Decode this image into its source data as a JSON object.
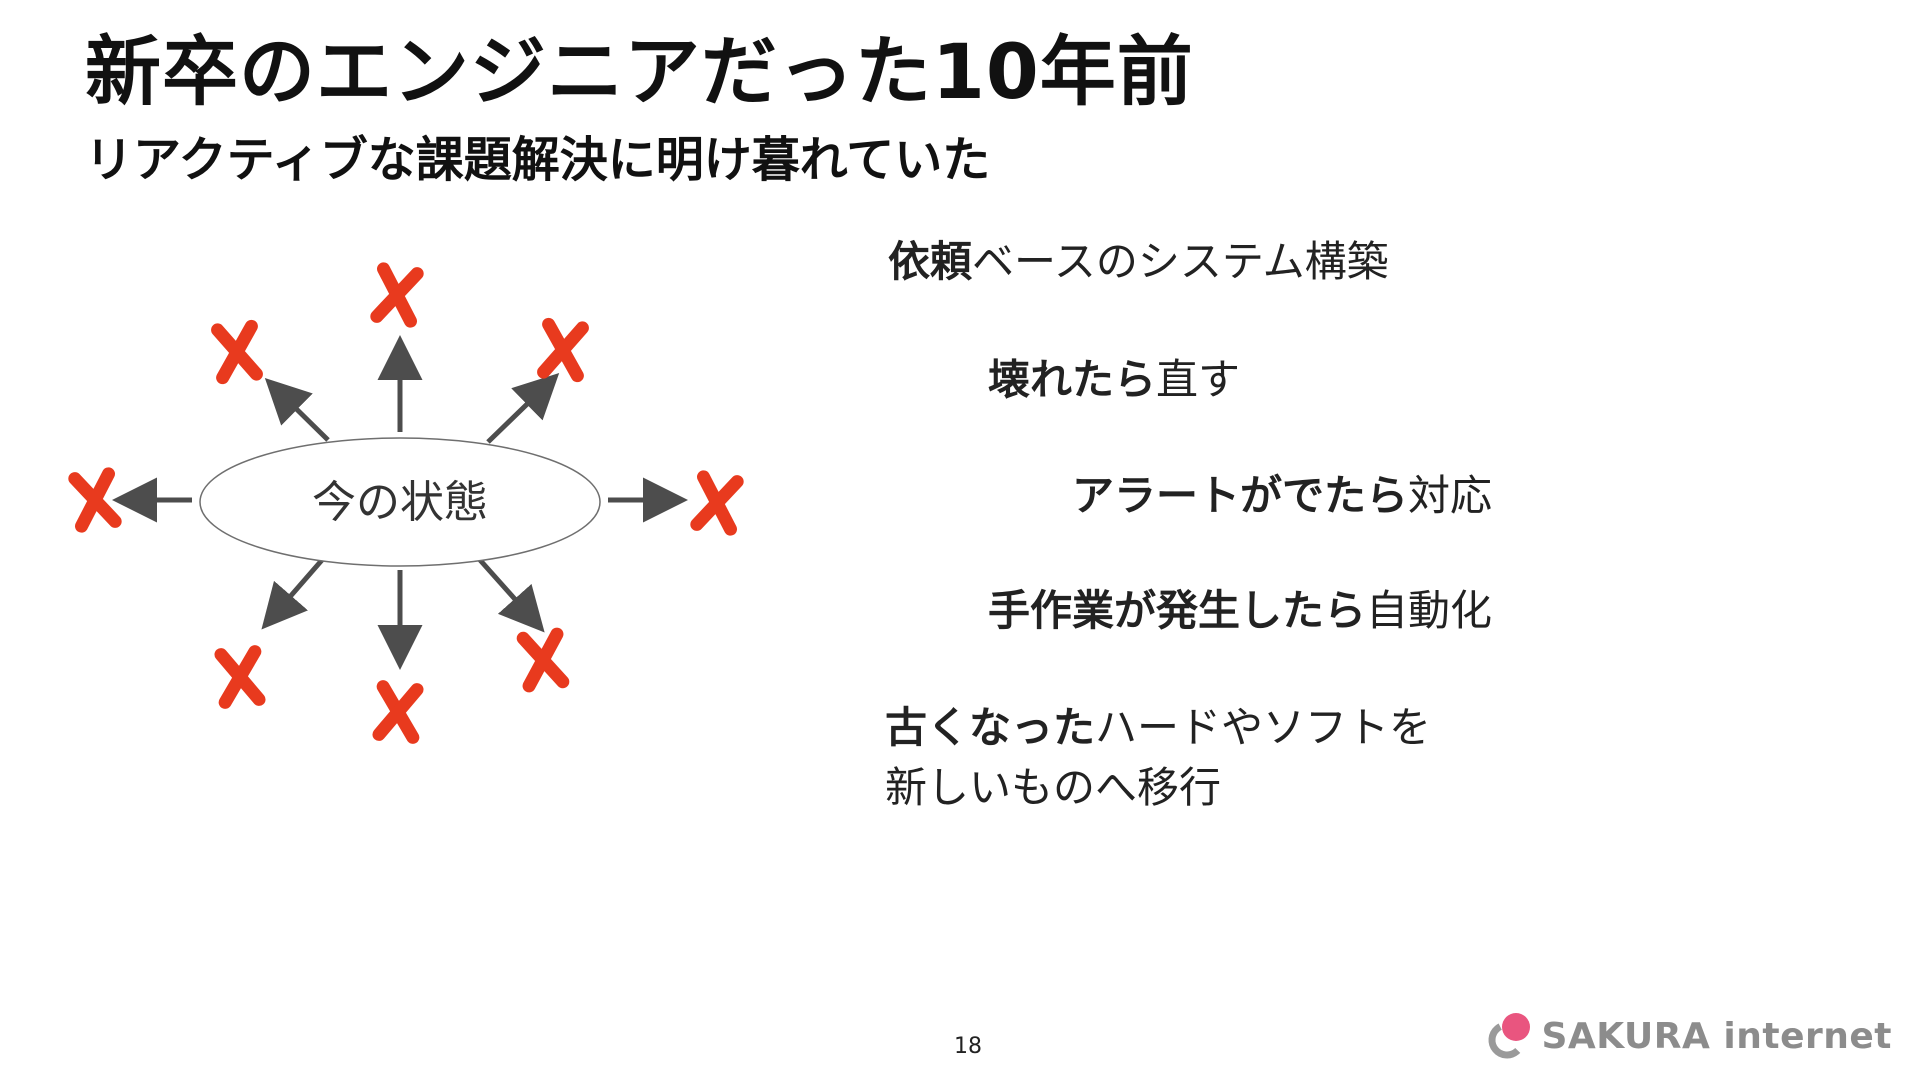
{
  "slide": {
    "title": "新卒のエンジニアだった10年前",
    "subtitle": "リアクティブな課題解決に明け暮れていた"
  },
  "diagram": {
    "center_label": "今の状態",
    "x_mark_count": 8,
    "x_mark_color": "#e83a1e",
    "arrow_color": "#4d4d4d"
  },
  "points": [
    {
      "bold": "依頼",
      "rest": "ベースのシステム構築"
    },
    {
      "bold": "壊れたら",
      "rest": "直す"
    },
    {
      "bold": "アラートがでたら",
      "rest": "対応"
    },
    {
      "bold": "手作業が発生したら",
      "rest": "自動化"
    },
    {
      "bold": "古くなった",
      "rest": "ハードやソフトを\n新しいものへ移行"
    }
  ],
  "footer": {
    "page_number": "18",
    "logo_text": "SAKURA internet",
    "logo_pink": "#e9557f",
    "logo_gray": "#9a9a9a"
  }
}
